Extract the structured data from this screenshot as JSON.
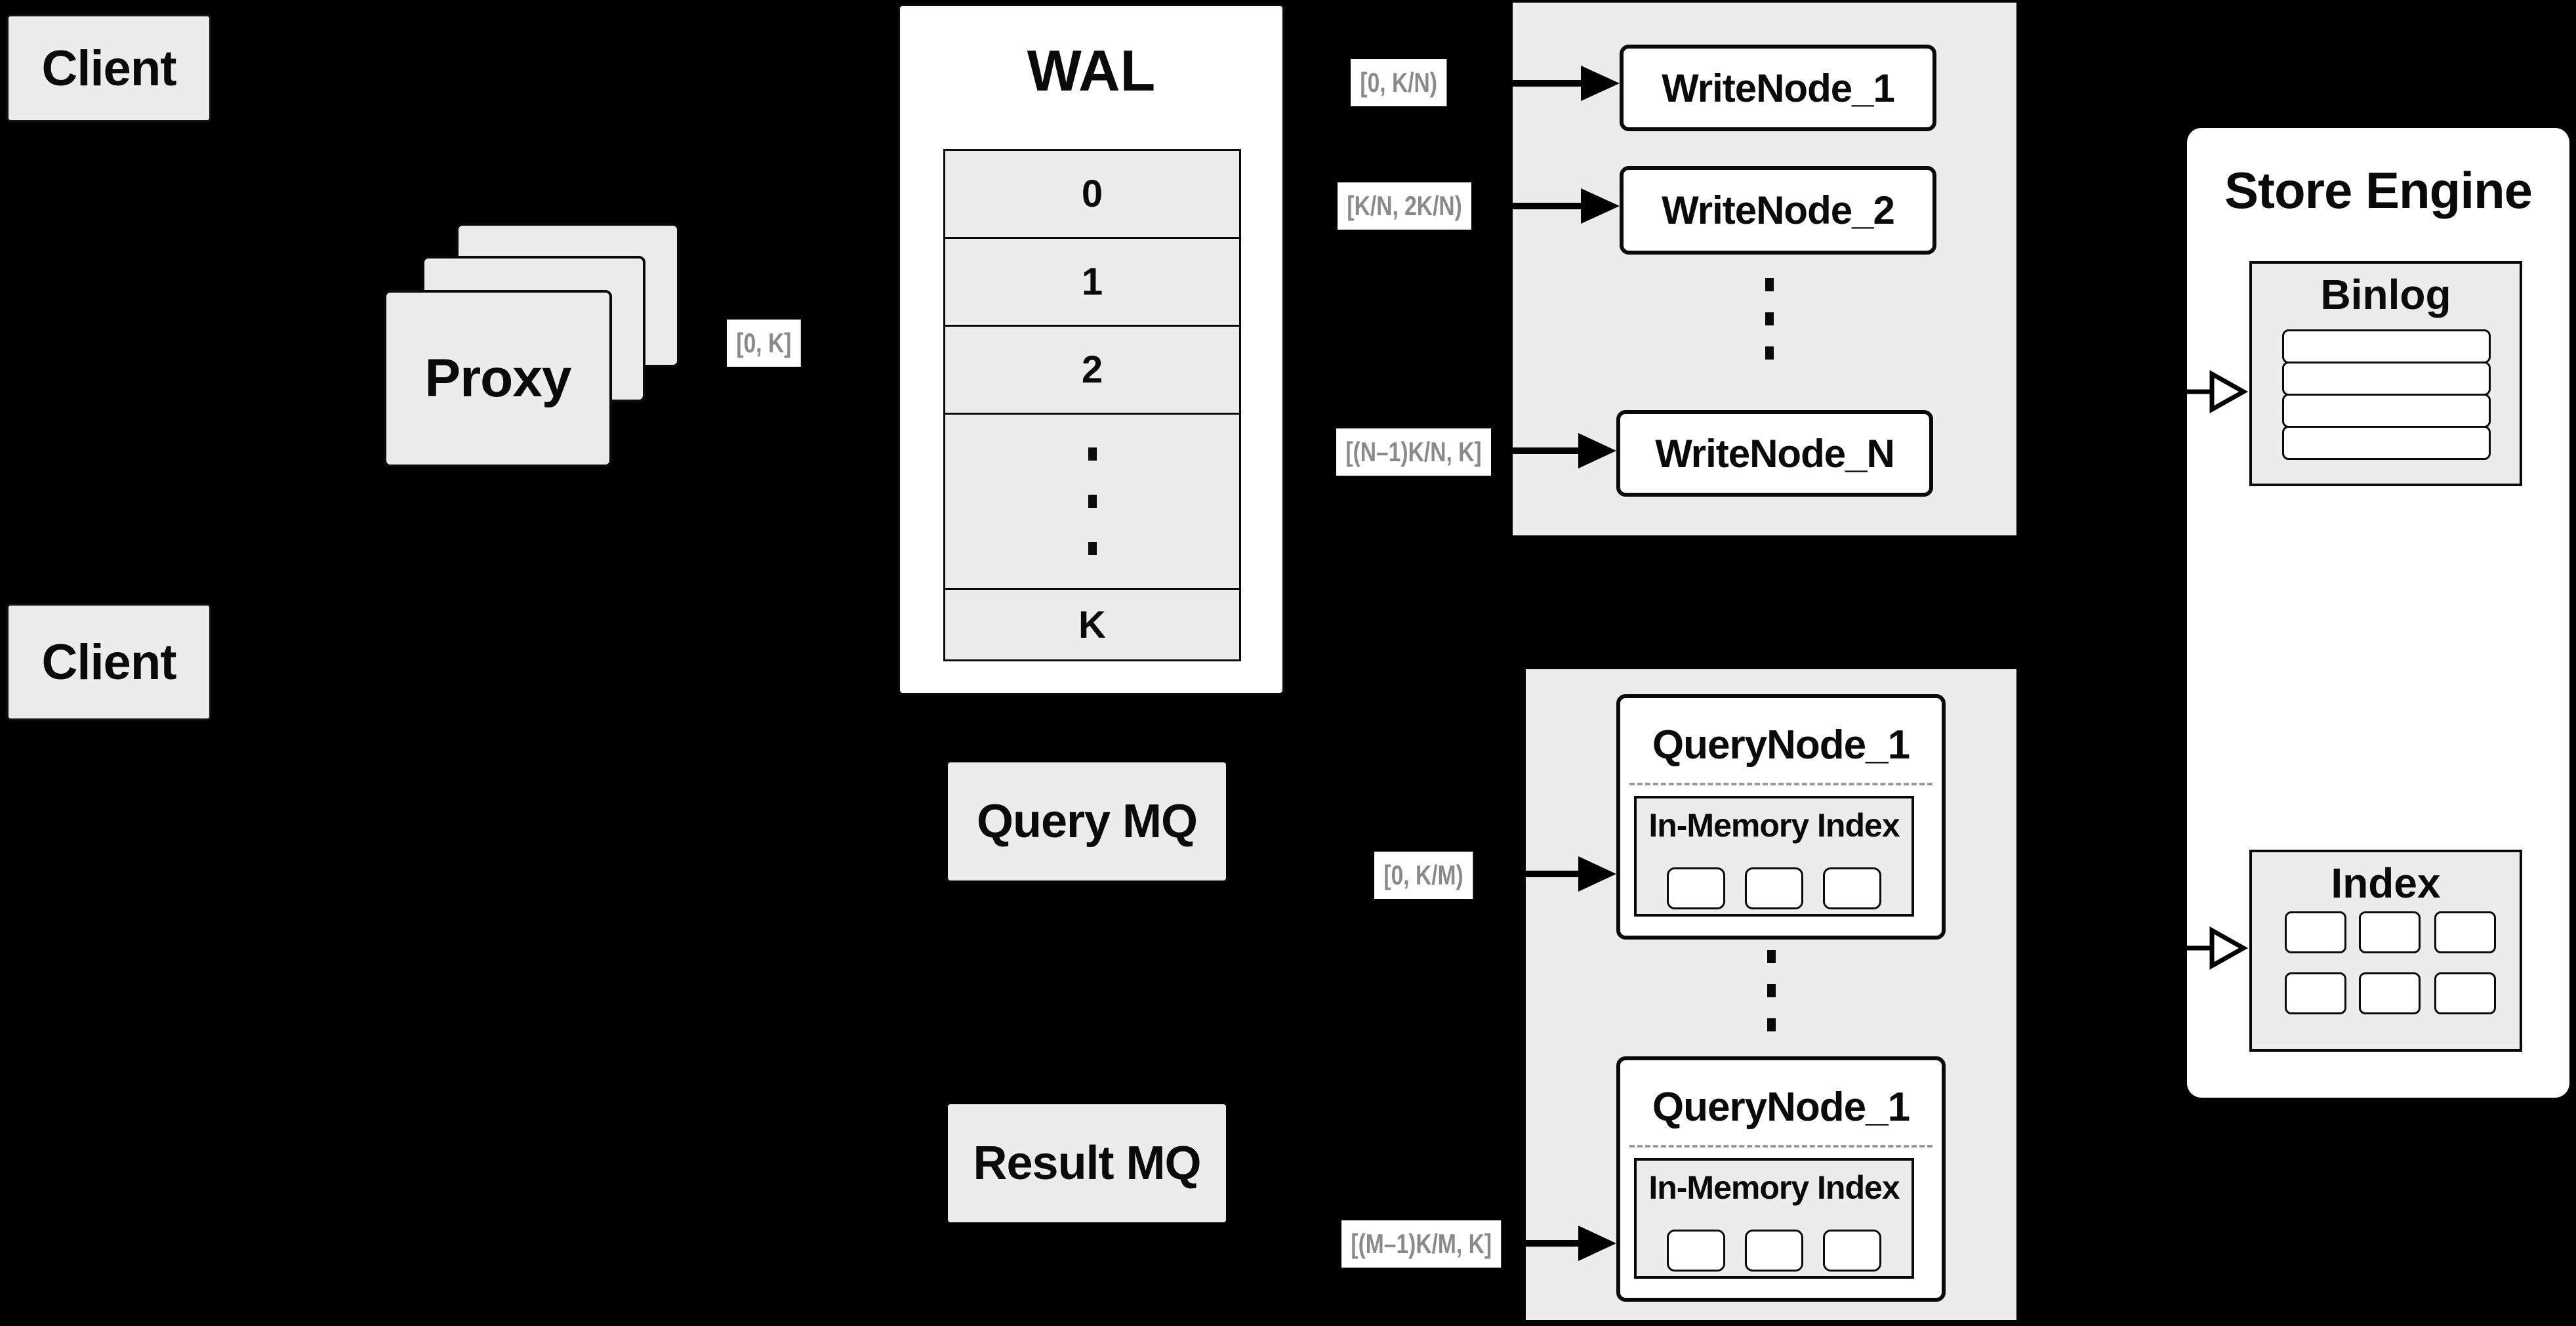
{
  "colors": {
    "background": "#000000",
    "panel_fill": "#ececec",
    "node_fill": "#ffffff",
    "line": "#000000",
    "interval_text": "#8a8a8a"
  },
  "clients": {
    "top": "Client",
    "bottom": "Client"
  },
  "proxy": {
    "label": "Proxy"
  },
  "wal": {
    "title": "WAL",
    "rows": [
      "0",
      "1",
      "2"
    ],
    "last_row": "K"
  },
  "intervals": {
    "proxy_out": "[0, K]",
    "writenode_1": "[0, K/N)",
    "writenode_2": "[K/N, 2K/N)",
    "writenode_n": "[(N–1)K/N, K]",
    "querynode_1": "[0, K/M)",
    "querynode_2": "[(M–1)K/M, K]"
  },
  "write_nodes": {
    "node_1": "WriteNode_1",
    "node_2": "WriteNode_2",
    "node_n": "WriteNode_N"
  },
  "mq": {
    "query": "Query MQ",
    "result": "Result MQ"
  },
  "query_nodes": {
    "top": {
      "title": "QueryNode_1",
      "inner_title": "In-Memory Index"
    },
    "bottom": {
      "title": "QueryNode_1",
      "inner_title": "In-Memory Index"
    }
  },
  "store_engine": {
    "title": "Store Engine",
    "binlog": "Binlog",
    "index": "Index"
  }
}
